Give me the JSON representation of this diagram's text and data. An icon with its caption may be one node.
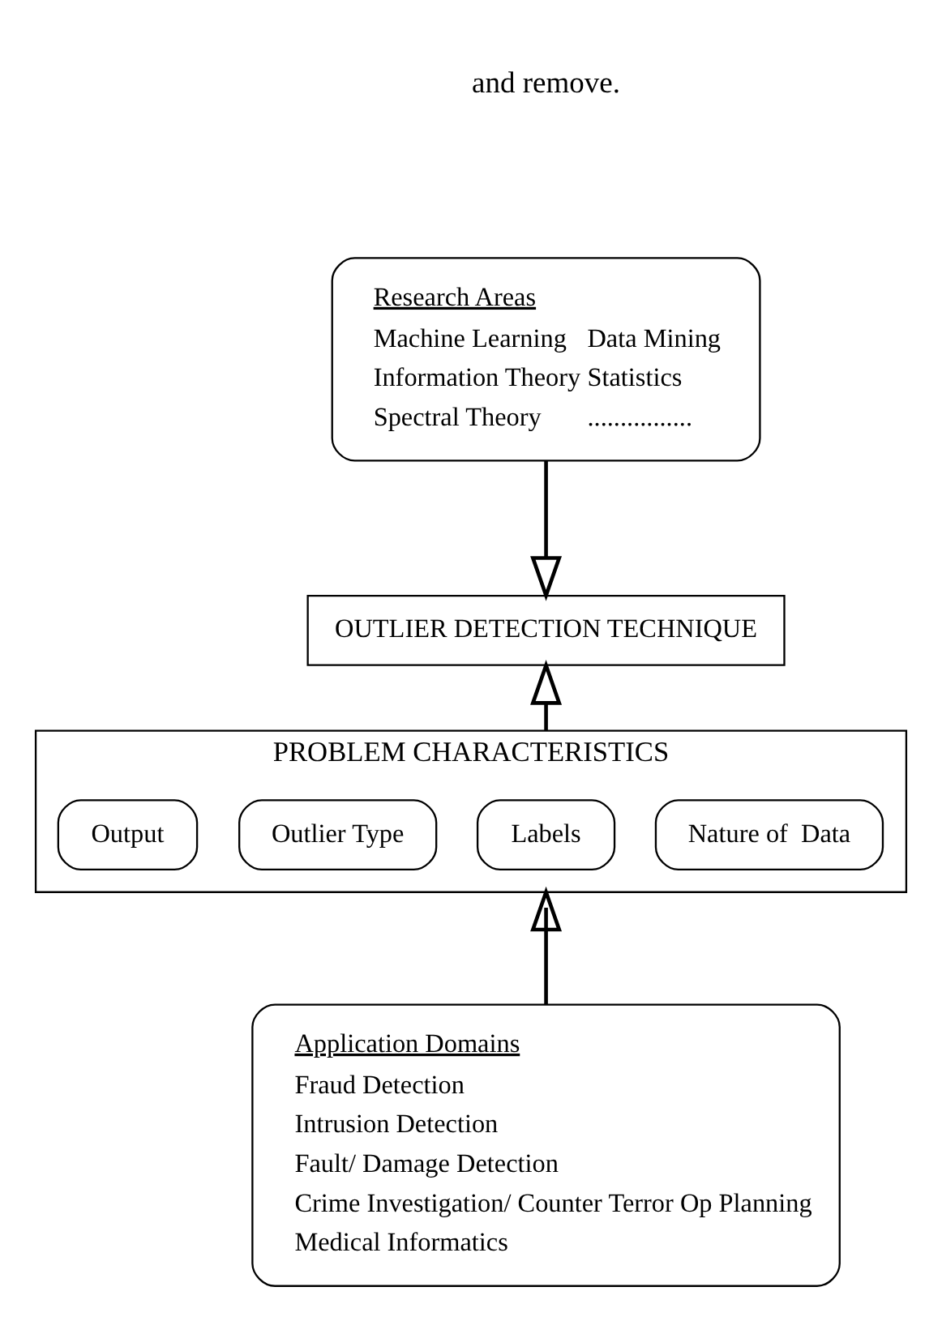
{
  "diagram": {
    "nodes": [
      {
        "text": [
          "Research Areas",
          "Machine Learning",
          "Data Mining",
          "Information Theory",
          "Statistics",
          "Spectral Theory",
          "................"
        ]
      },
      {
        "text": [
          "OUTLIER DETECTION TECHNIQUE"
        ]
      },
      {
        "text": [
          "PROBLEM CHARACTERISTICS"
        ]
      },
      {
        "text": [
          "Nature of  Data"
        ],
        "in": 2
      },
      {
        "text": [
          "Labels"
        ],
        "in": 2
      },
      {
        "text": [
          "Outlier Type"
        ],
        "in": 2
      },
      {
        "text": [
          "Output"
        ],
        "in": 2
      },
      {
        "text": [
          "Application Domains",
          "Fraud Detection",
          "Intrusion Detection",
          "Fault/ Damage Detection",
          "Crime Investigation/ Counter Terror Op Planning",
          "Medical Informatics"
        ]
      }
    ],
    "edges": [
      {
        "from": 0,
        "to": 1,
        "arrow": "to"
      },
      {
        "from": 2,
        "to": 1,
        "arrow": "to"
      },
      {
        "from": 7,
        "to": 2,
        "arrow": "to"
      }
    ],
    "labels": [
      "and remove."
    ]
  }
}
